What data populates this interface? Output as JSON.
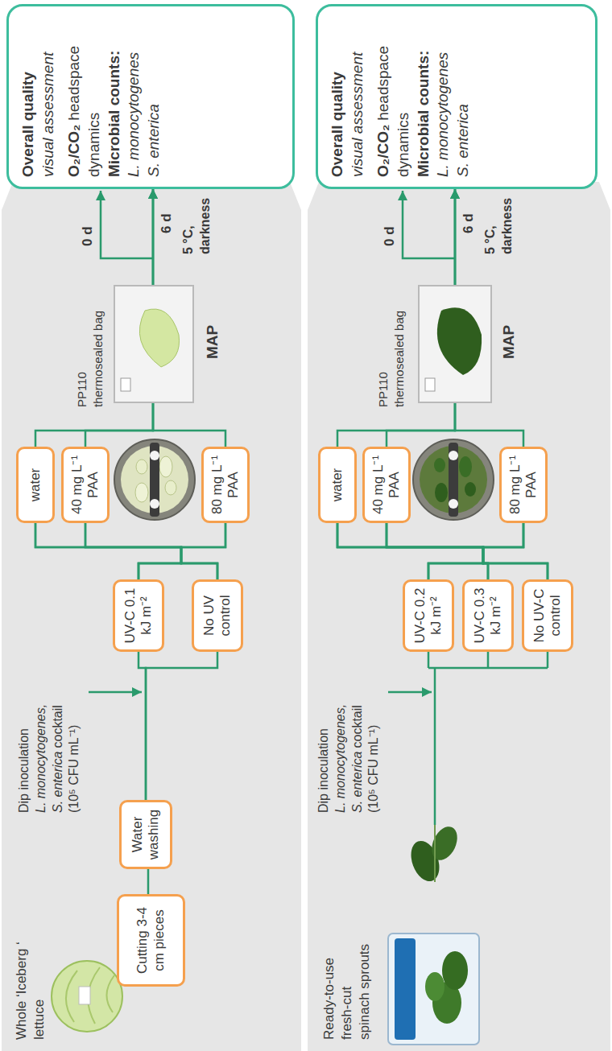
{
  "diagram": {
    "nodes": [
      {
        "text": [
          "Cutting 3-4 cm pieces"
        ]
      },
      {
        "text": [
          "Water washing"
        ]
      },
      {
        "text": [
          "UV-C 0.1 kJ m⁻²"
        ]
      },
      {
        "text": [
          "No UV control"
        ]
      },
      {
        "text": [
          "water"
        ]
      },
      {
        "text": [
          "40 mg L⁻¹ PAA"
        ]
      },
      {
        "text": [
          "80 mg L⁻¹ PAA"
        ]
      },
      {
        "text": [
          "Overall quality",
          "visual assessment",
          "O₂/CO₂",
          "headspace dynamics",
          "Microbial counts:",
          "L. monocytogenes",
          "S. enterica"
        ]
      },
      {
        "text": [
          "UV-C 0.2 kJ m⁻²"
        ]
      },
      {
        "text": [
          "UV-C 0.3 kJ m⁻²"
        ]
      },
      {
        "text": [
          "No UV-C control"
        ]
      },
      {
        "text": [
          "water"
        ]
      },
      {
        "text": [
          "40 mg L⁻¹ PAA"
        ]
      },
      {
        "text": [
          "80 mg L⁻¹ PAA"
        ]
      },
      {
        "text": [
          "Overall quality",
          "visual assessment",
          "O₂/CO₂",
          "headspace dynamics",
          "Microbial counts:",
          "L. monocytogenes",
          "S. enterica"
        ]
      }
    ],
    "edges": [
      {
        "from": 0,
        "to": 1,
        "arrow": "none"
      },
      {
        "from": 1,
        "to": 2,
        "arrow": "none"
      },
      {
        "from": 1,
        "to": 3,
        "arrow": "none"
      },
      {
        "from": 2,
        "to": 4,
        "arrow": "none"
      },
      {
        "from": 2,
        "to": 5,
        "arrow": "none"
      },
      {
        "from": 2,
        "to": 6,
        "arrow": "none"
      },
      {
        "from": 3,
        "to": 4,
        "arrow": "none"
      },
      {
        "from": 3,
        "to": 5,
        "arrow": "none"
      },
      {
        "from": 3,
        "to": 6,
        "arrow": "none"
      },
      {
        "from": 4,
        "to": 7,
        "arrow": "to"
      },
      {
        "from": 5,
        "to": 7,
        "arrow": "to"
      },
      {
        "from": 6,
        "to": 7,
        "arrow": "to"
      },
      {
        "from": 8,
        "to": 11,
        "arrow": "none"
      },
      {
        "from": 8,
        "to": 12,
        "arrow": "none"
      },
      {
        "from": 8,
        "to": 13,
        "arrow": "none"
      },
      {
        "from": 9,
        "to": 11,
        "arrow": "none"
      },
      {
        "from": 9,
        "to": 12,
        "arrow": "none"
      },
      {
        "from": 9,
        "to": 13,
        "arrow": "none"
      },
      {
        "from": 10,
        "to": 11,
        "arrow": "none"
      },
      {
        "from": 10,
        "to": 12,
        "arrow": "none"
      },
      {
        "from": 10,
        "to": 13,
        "arrow": "none"
      },
      {
        "from": 11,
        "to": 14,
        "arrow": "to"
      },
      {
        "from": 12,
        "to": 14,
        "arrow": "to"
      },
      {
        "from": 13,
        "to": 14,
        "arrow": "to"
      }
    ],
    "labels": [
      "Whole ‘Iceberg ‘ lettuce",
      "Dip inoculation",
      "L. monocytogenes,",
      "S. enterica",
      "cocktail",
      "(10⁵ CFU mL⁻¹)",
      "PP110 thermosealed bag",
      "MAP",
      "0 d",
      "6 d",
      "5 °C, darkness",
      "Ready-to-use fresh-cut spinach sprouts",
      "Dip inoculation",
      "L. monocytogenes,",
      "S. enterica",
      "cocktail",
      "(10⁵ CFU mL⁻¹)",
      "PP110 thermosealed bag",
      "MAP",
      "0 d",
      "6 d",
      "5 °C, darkness"
    ]
  }
}
